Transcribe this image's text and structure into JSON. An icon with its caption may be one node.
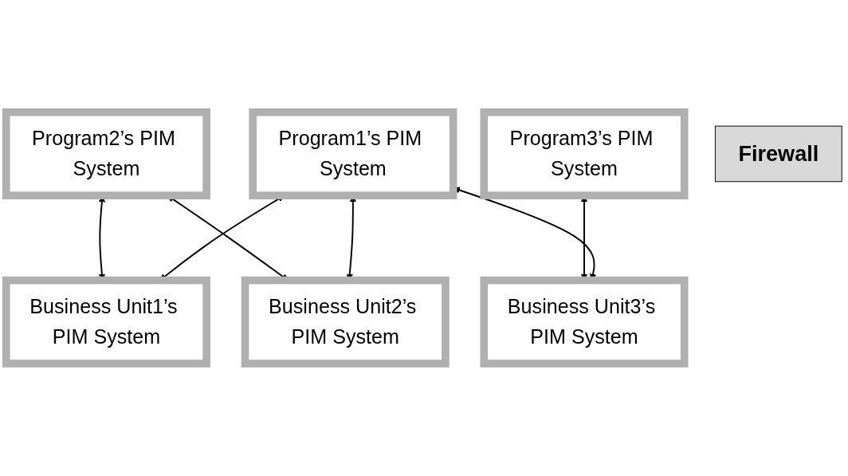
{
  "diagram": {
    "nodes": [
      {
        "text": [
          "Program1’s PIM System"
        ]
      },
      {
        "text": [
          "Program2’s PIM System"
        ]
      },
      {
        "text": [
          "Program3’s PIM System"
        ]
      },
      {
        "text": [
          "Business Unit1’s PIM System"
        ]
      },
      {
        "text": [
          "Business Unit2’s PIM System"
        ]
      },
      {
        "text": [
          "Business Unit3’s PIM System"
        ]
      },
      {
        "text": [
          "Firewall"
        ]
      }
    ],
    "edges": [
      {
        "from": 0,
        "to": 3,
        "arrow": "both"
      },
      {
        "from": 1,
        "to": 3,
        "arrow": "both"
      },
      {
        "from": 0,
        "to": 4,
        "arrow": "both"
      },
      {
        "from": 1,
        "to": 4,
        "arrow": "both"
      },
      {
        "from": 0,
        "to": 5,
        "arrow": "both"
      },
      {
        "from": 2,
        "to": 5,
        "arrow": "both"
      }
    ]
  }
}
